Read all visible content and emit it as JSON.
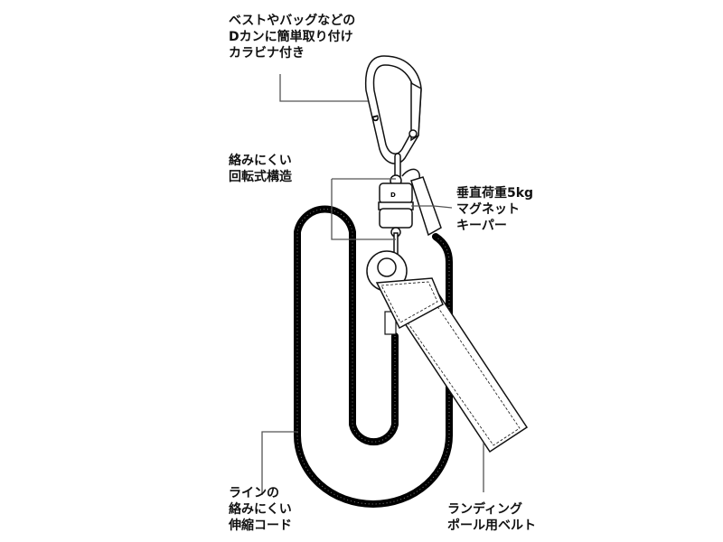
{
  "labels": {
    "carabiner": [
      "ベストやバッグなどの",
      "Dカンに簡単取り付け",
      "カラビナ付き"
    ],
    "swivel": [
      "絡みにくい",
      "回転式構造"
    ],
    "magnet": [
      "垂直荷重5kg",
      "マグネット",
      "キーパー"
    ],
    "cord": [
      "ラインの",
      "絡みにくい",
      "伸縮コード"
    ],
    "belt": [
      "ランディング",
      "ポール用ベルト"
    ]
  },
  "colors": {
    "line": "#111111",
    "cord": "#000000",
    "leader": "#555555"
  }
}
